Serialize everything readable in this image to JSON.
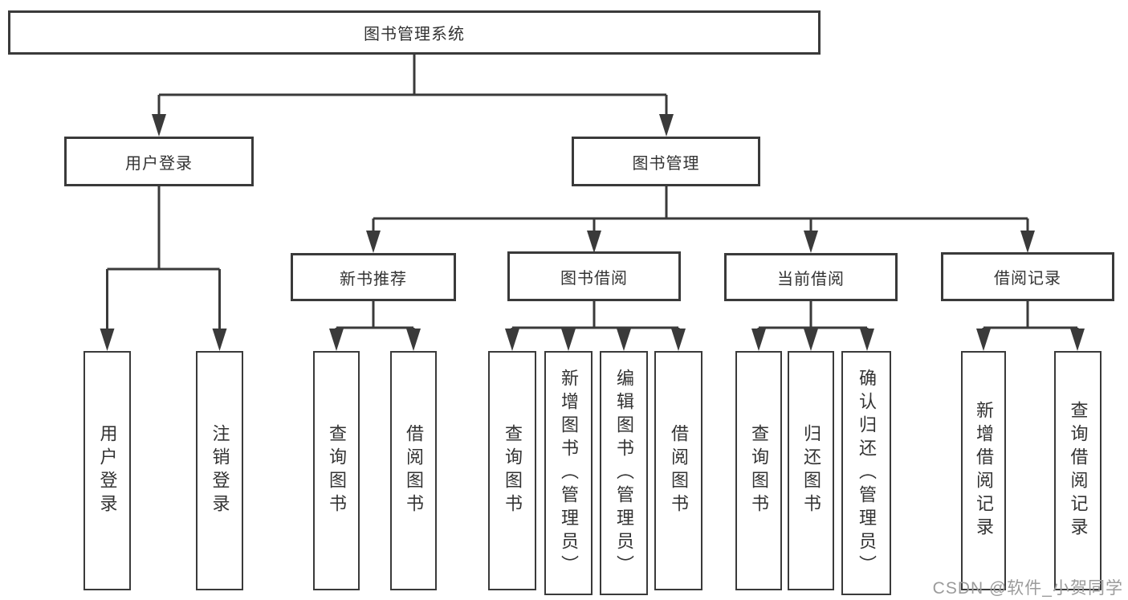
{
  "diagram": {
    "root_label": "图书管理系统",
    "branches": {
      "user_login": "用户登录",
      "book_management": "图书管理"
    },
    "modules": {
      "new_book_recommend": "新书推荐",
      "book_borrow": "图书借阅",
      "current_borrow": "当前借阅",
      "borrow_records": "借阅记录"
    },
    "leaves": {
      "user_login_group": [
        "用户登录",
        "注销登录"
      ],
      "recommend_group": [
        "查询图书",
        "借阅图书"
      ],
      "borrow_group": [
        "查询图书",
        "新增图书（管理员）",
        "编辑图书（管理员）",
        "借阅图书"
      ],
      "current_group": [
        "查询图书",
        "归还图书",
        "确认归还（管理员）"
      ],
      "records_group": [
        "新增借阅记录",
        "查询借阅记录"
      ]
    },
    "line_color": "#3a3a3a",
    "watermark": "CSDN @软件_小贺同学"
  }
}
